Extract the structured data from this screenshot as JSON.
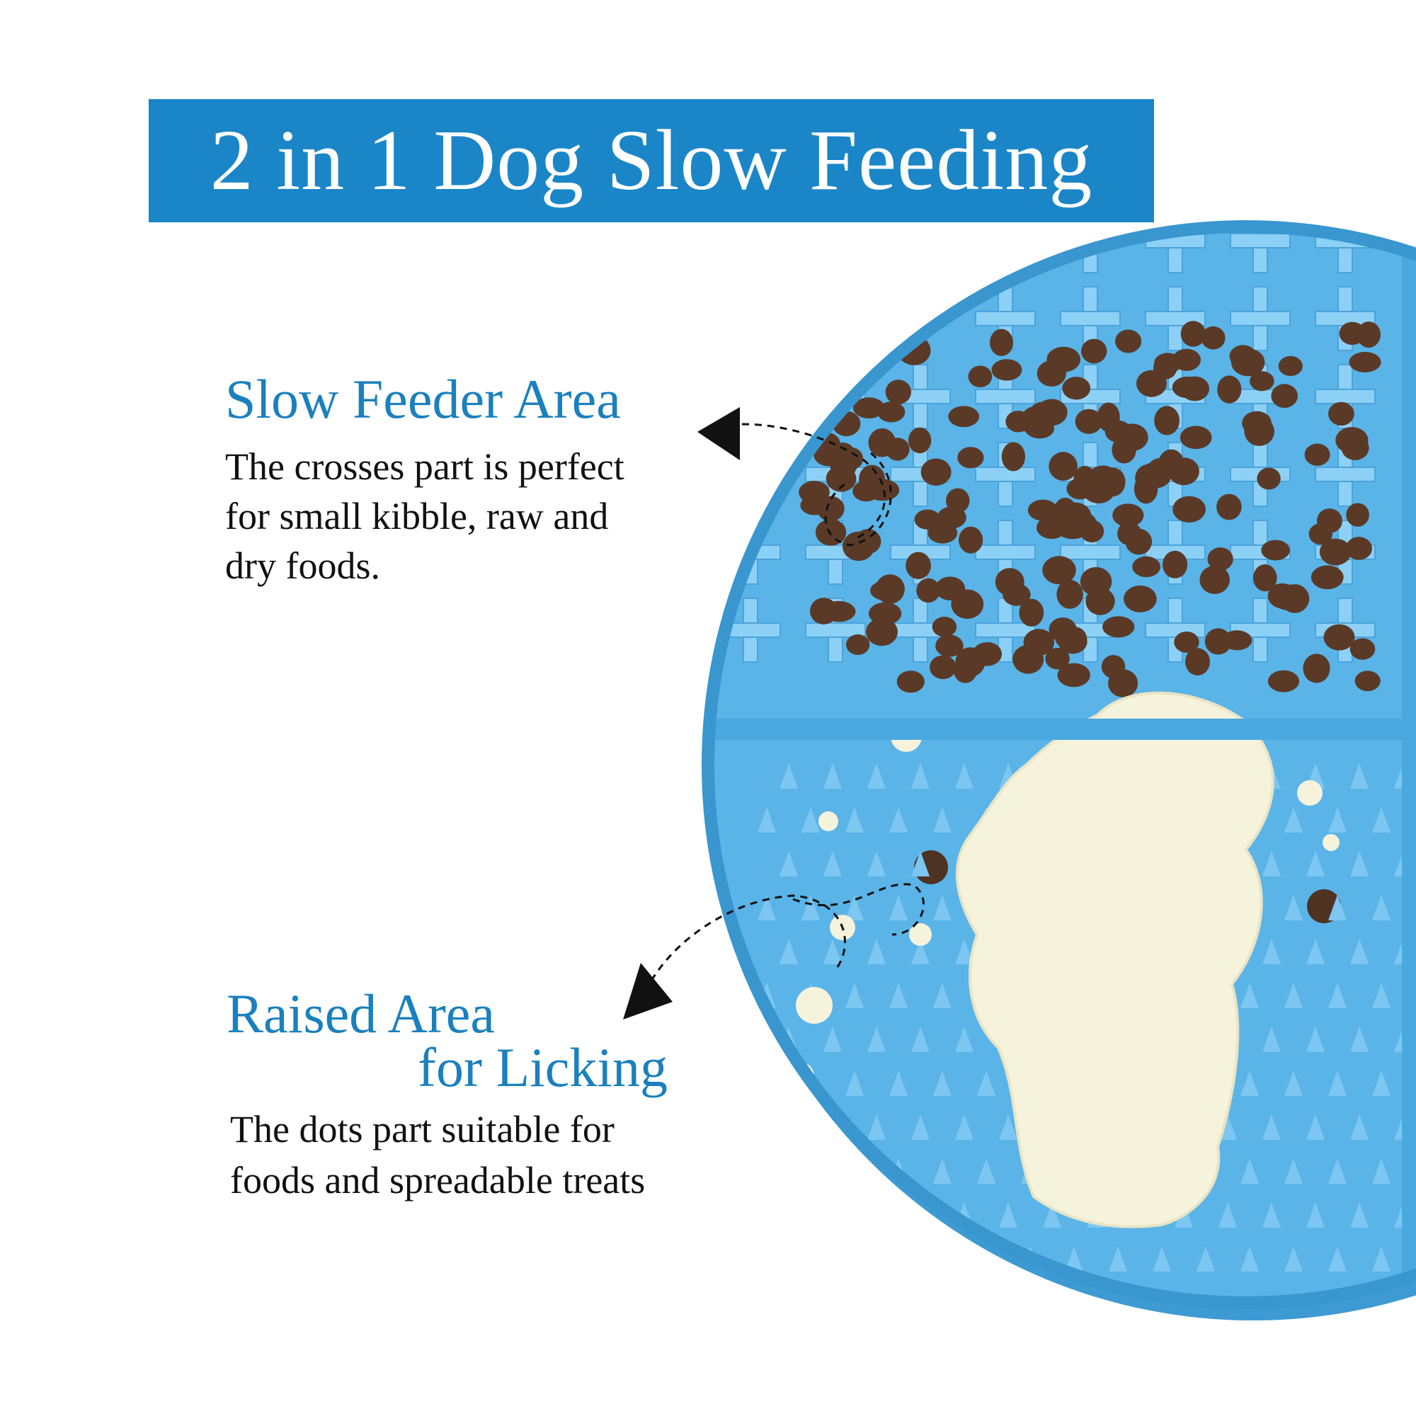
{
  "banner": {
    "title": "2 in 1 Dog Slow Feeding"
  },
  "slow_feeder": {
    "heading": "Slow Feeder Area",
    "lines": [
      "The crosses part is perfect",
      "for small kibble, raw and",
      "dry foods."
    ]
  },
  "raised_area": {
    "heading_line1": "Raised Area",
    "heading_line2": "for Licking",
    "lines": [
      "The dots part suitable for",
      "foods and spreadable treats"
    ]
  },
  "colors": {
    "banner": "#1a86c8",
    "heading": "#1a80be",
    "mat": "#5ab4e8",
    "mat_dark": "#3d9ad2",
    "kibble": "#5a3a27",
    "spread": "#f6f3dc"
  }
}
